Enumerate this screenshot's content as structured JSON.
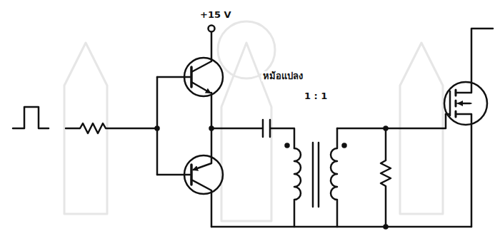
{
  "diagram": {
    "labels": [
      "+15 V",
      "หม้อแปลง",
      "1 : 1"
    ]
  }
}
